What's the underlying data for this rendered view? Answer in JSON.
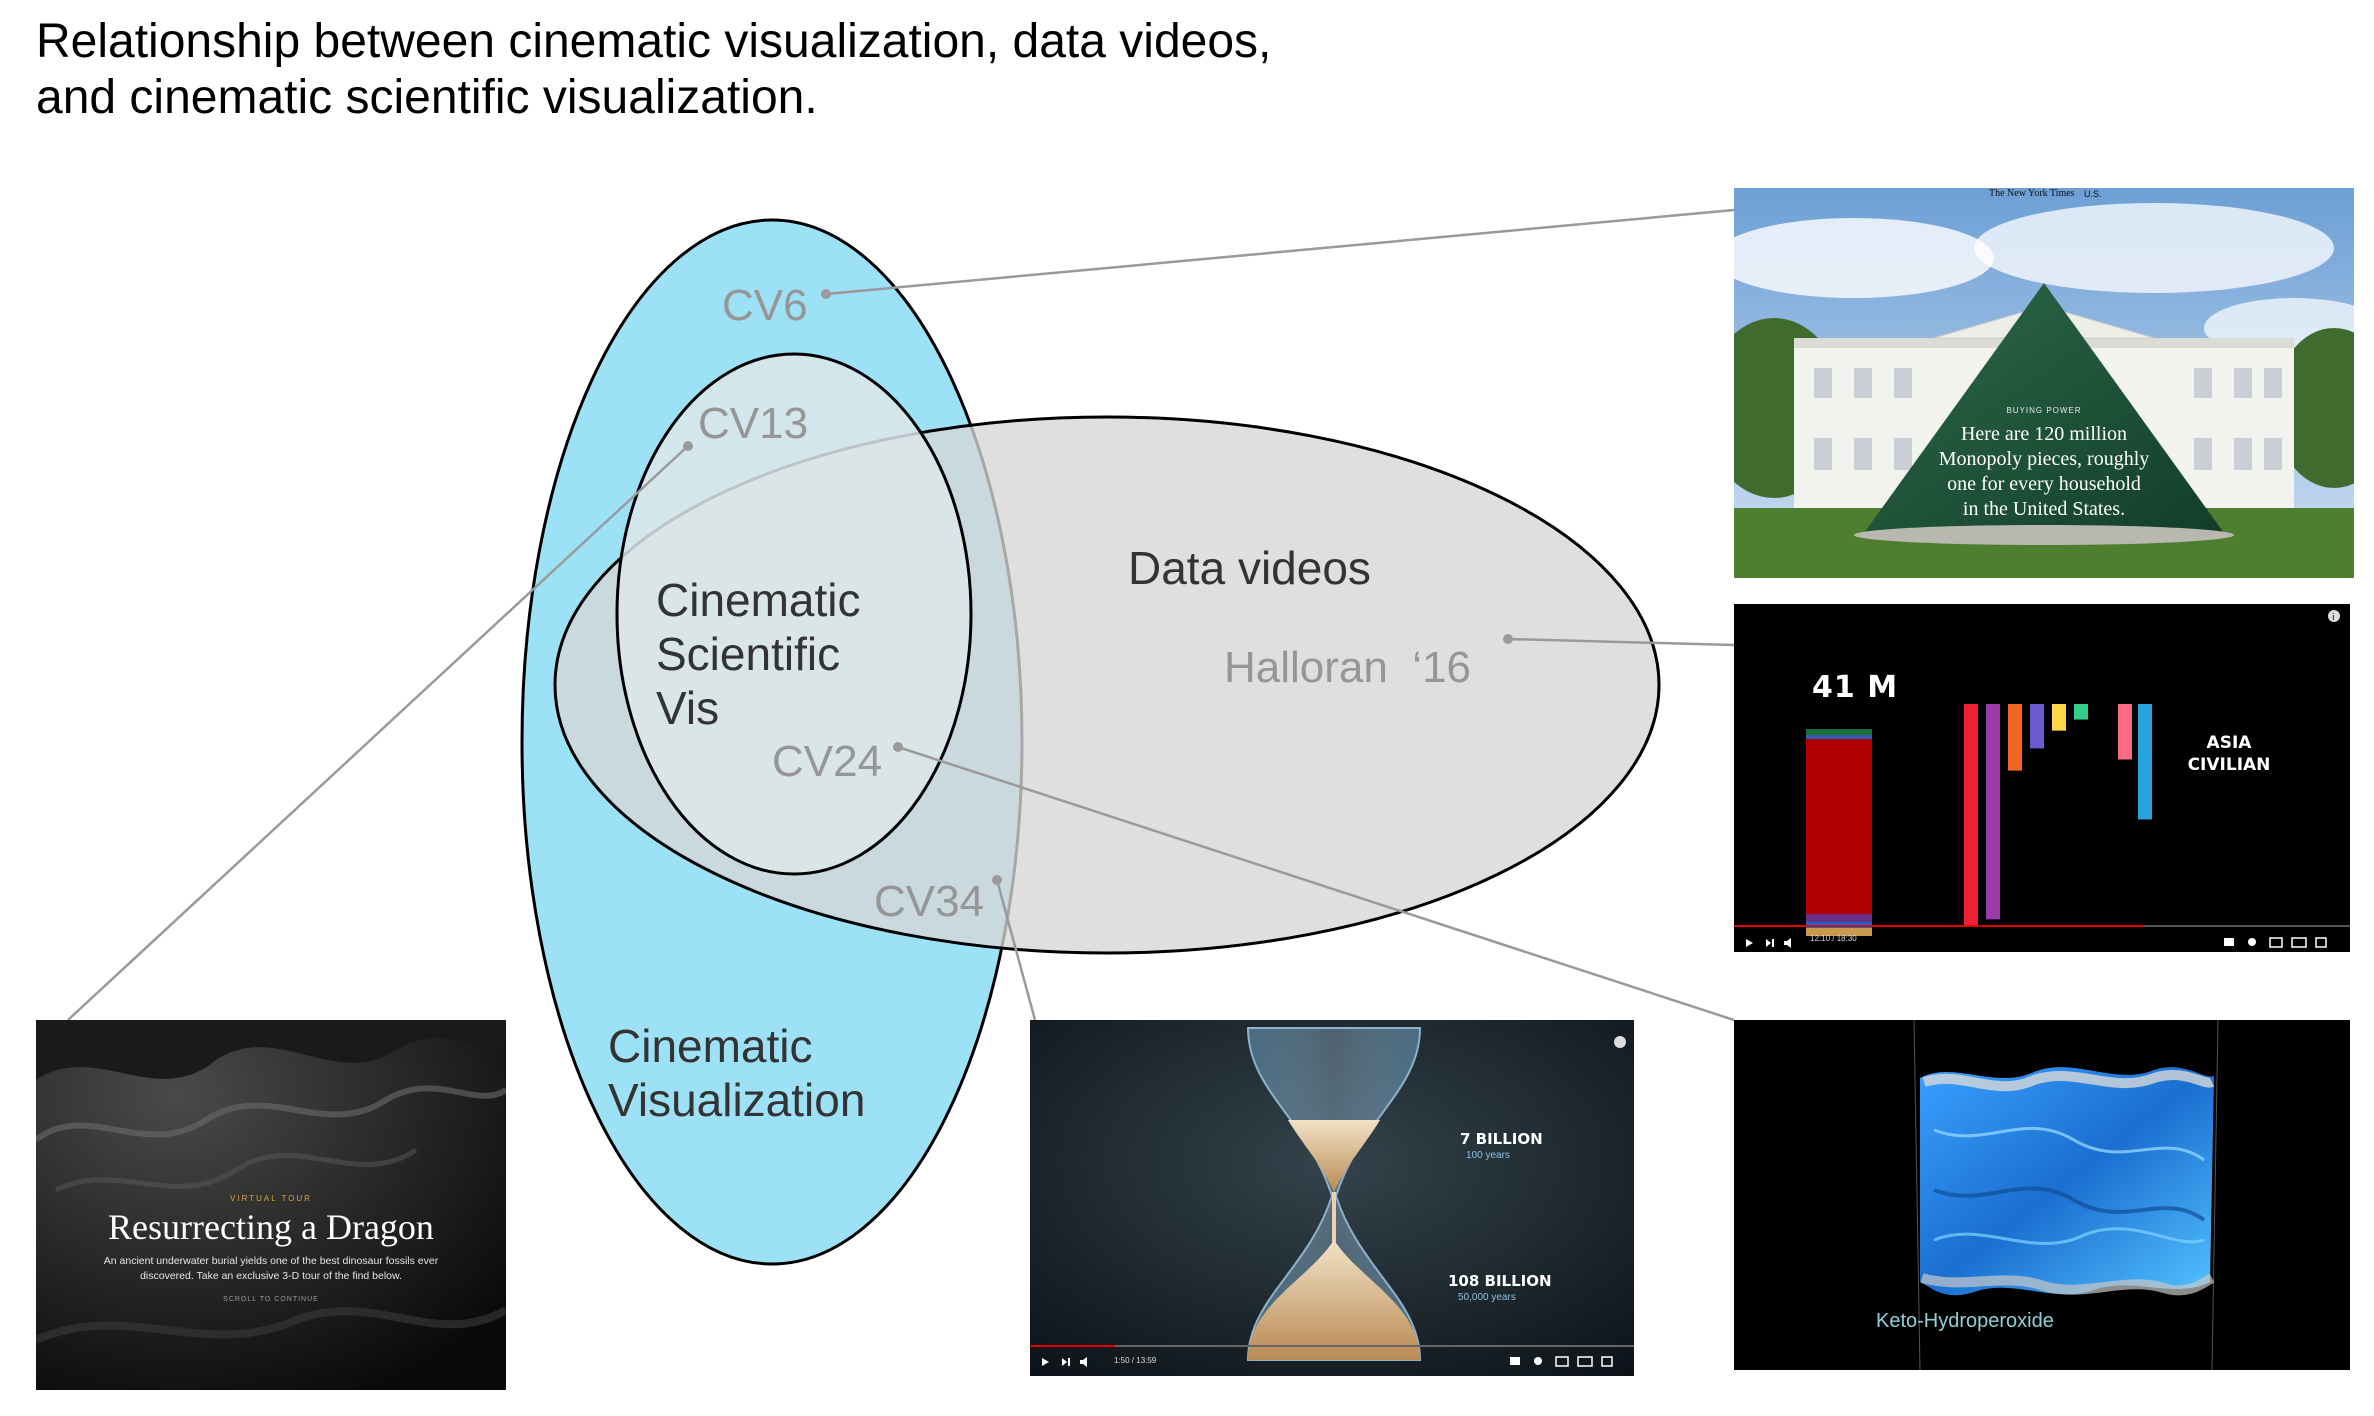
{
  "title": {
    "line1": "Relationship between cinematic visualization, data videos,",
    "line2": "and cinematic scientific visualization."
  },
  "sets": {
    "cinematic_vis": "Cinematic\nVisualization",
    "cinematic_sci_vis": "Cinematic\nScientific\nVis",
    "data_videos": "Data videos"
  },
  "examples": {
    "cv6": "CV6",
    "cv13": "CV13",
    "cv24": "CV24",
    "cv34": "CV34",
    "halloran": "Halloran  ‘16"
  },
  "panels": {
    "nyt": {
      "masthead": "The New York Times",
      "section": "U.S.",
      "kicker": "BUYING POWER",
      "headline": "Here are 120 million\nMonopoly pieces, roughly\none for every household\nin the United States."
    },
    "dark_chart": {
      "big_number": "41 M",
      "label": "ASIA\nCIVILIAN",
      "time": "12:10 / 18:30",
      "bar_colors": [
        "#ee2233",
        "#9b3aa8",
        "#f26522",
        "#6a5acd",
        "#ffd54a",
        "#33cc88",
        "#ff6b81",
        "#29a3dd"
      ],
      "bar_fractions": [
        1.0,
        0.97,
        0.3,
        0.2,
        0.12,
        0.07,
        0.25,
        0.52
      ]
    },
    "dragon": {
      "kicker": "VIRTUAL TOUR",
      "headline": "Resurrecting a Dragon",
      "body": "An ancient underwater burial yields one of the best dinosaur fossils ever\ndiscovered. Take an exclusive 3-D tour of the find below.",
      "scroll": "SCROLL TO CONTINUE"
    },
    "hourglass": {
      "top_value": "7 BILLION",
      "top_sub": "100 years",
      "bottom_value": "108 BILLION",
      "bottom_sub": "50,000 years",
      "time": "1:50 / 13:59",
      "progress": 0.14
    },
    "keto": {
      "caption": "Keto-Hydroperoxide"
    }
  },
  "colors": {
    "cinematic_vis_fill": "#9de1f7",
    "data_videos_fill": "#d6d6d6",
    "sci_vis_fill": "#dde6ea",
    "label_gray": "#969696",
    "connector": "#9a9a9a"
  }
}
